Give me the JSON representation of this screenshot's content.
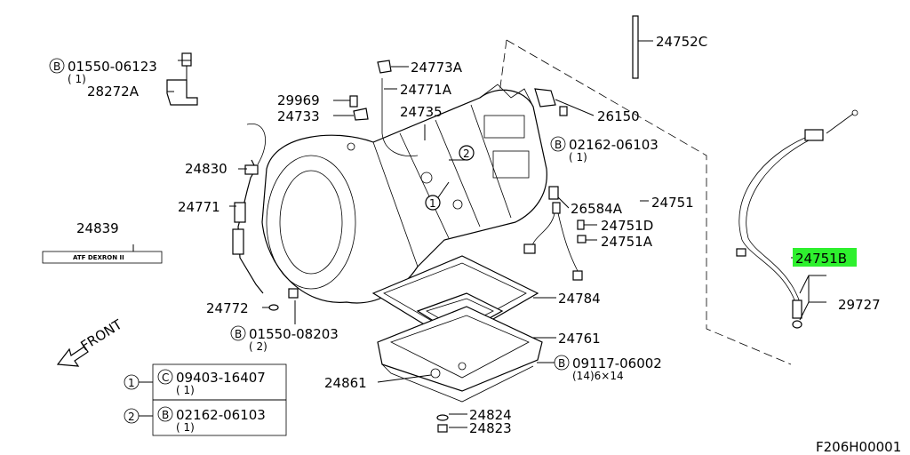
{
  "diagram_code": "F206H00001",
  "front_label": "FRONT",
  "atf_label": "ATF DEXRON II",
  "highlight_color": "#2ef02e",
  "parts": {
    "p24752C": "24752C",
    "p24773A": "24773A",
    "p24771A": "24771A",
    "p29969": "29969",
    "p24733": "24733",
    "p24735": "24735",
    "p26150": "26150",
    "p28272A": "28272A",
    "p24830": "24830",
    "p24771": "24771",
    "p24839": "24839",
    "p24772": "24772",
    "p26584A": "26584A",
    "p24751": "24751",
    "p24751D": "24751D",
    "p24751A": "24751A",
    "p24751B": "24751B",
    "p29727": "29727",
    "p24784": "24784",
    "p24761": "24761",
    "p24861": "24861",
    "p24824": "24824",
    "p24823": "24823"
  },
  "bolts": {
    "b1": {
      "prefix": "B",
      "code": "01550-06123",
      "qty": "( 1)"
    },
    "b2": {
      "prefix": "B",
      "code": "02162-06103",
      "qty": "( 1)"
    },
    "b3": {
      "prefix": "B",
      "code": "01550-08203",
      "qty": "( 2)"
    },
    "b4": {
      "prefix": "B",
      "code": "09117-06002",
      "qty": "(14)6×14"
    }
  },
  "legend": [
    {
      "num": "1",
      "prefix": "C",
      "code": "09403-16407",
      "qty": "( 1)"
    },
    {
      "num": "2",
      "prefix": "B",
      "code": "02162-06103",
      "qty": "( 1)"
    }
  ],
  "callouts": {
    "c1": "1",
    "c2": "2"
  }
}
